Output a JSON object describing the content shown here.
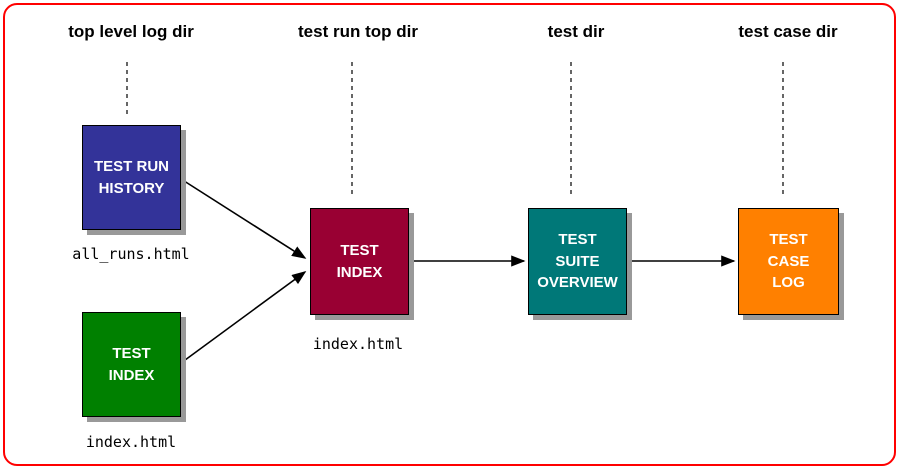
{
  "diagram": {
    "background": "#ffffff",
    "border_color": "#ff0000",
    "arrow_color": "#000000",
    "shadow_color": "#999999"
  },
  "columns": [
    {
      "header": "top level log dir"
    },
    {
      "header": "test run top dir"
    },
    {
      "header": "test dir"
    },
    {
      "header": "test case dir"
    }
  ],
  "nodes": {
    "test_run_history": {
      "label": "TEST RUN\nHISTORY",
      "color": "#333399",
      "file_label": "all_runs.html"
    },
    "test_index_top_level": {
      "label": "TEST\nINDEX",
      "color": "#008000",
      "file_label": "index.html"
    },
    "test_index_run": {
      "label": "TEST\nINDEX",
      "color": "#990033",
      "file_label": "index.html"
    },
    "test_suite_overview": {
      "label": "TEST\nSUITE\nOVERVIEW",
      "color": "#007878"
    },
    "test_case_log": {
      "label": "TEST\nCASE\nLOG",
      "color": "#ff8000"
    }
  }
}
